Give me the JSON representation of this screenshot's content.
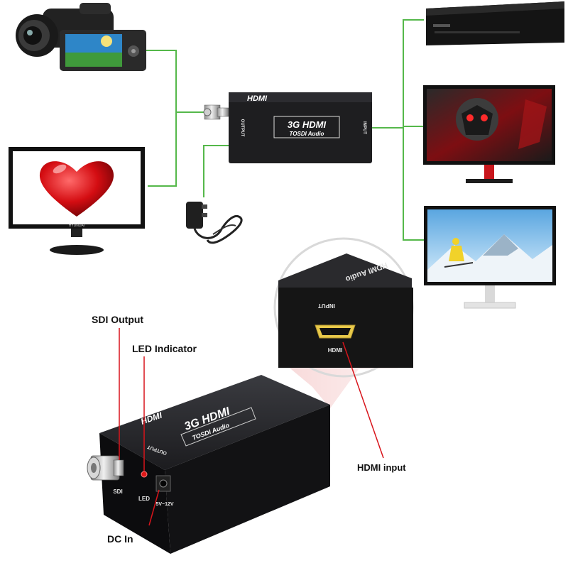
{
  "colors": {
    "connector_line": "#55b84a",
    "callout_line": "#d8141b",
    "device_body": "#1b1b1d",
    "spotlight": "#f2b8b8"
  },
  "top_box": {
    "logo": "HDMI",
    "model_line1": "3G HDMI",
    "model_line2": "TOSDI Audio",
    "left_side": "OUTPUT",
    "right_side": "INPUT"
  },
  "zoom_box": {
    "side": "INPUT",
    "top_text": "HDMI Audio",
    "port": "HDMI"
  },
  "main_box": {
    "logo": "HDMI",
    "model_line1": "3G HDMI",
    "model_line2": "TOSDI Audio",
    "top_text": "OUTPUT",
    "port_sdi": "SDI",
    "port_led": "LED",
    "port_dc": "5V~12V"
  },
  "tv_brand": "HYUNDAI",
  "callouts": {
    "sdi_output": "SDI Output",
    "led_indicator": "LED Indicator",
    "dc_in": "DC In",
    "hdmi_input": "HDMI input"
  },
  "icons": [
    "camcorder-icon",
    "heart-tv-icon",
    "power-adapter-icon",
    "bluray-player-icon",
    "gaming-monitor-icon",
    "ski-monitor-icon"
  ]
}
